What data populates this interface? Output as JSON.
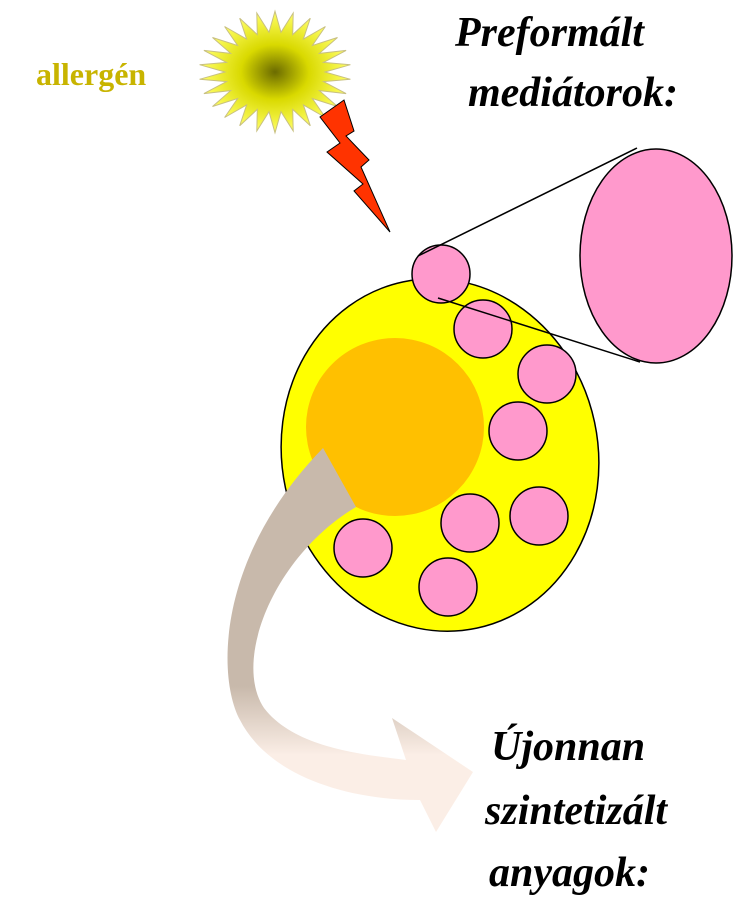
{
  "labels": {
    "allergen": "allergén",
    "preformed_line1": "Preformált",
    "preformed_line2": "mediátorok:",
    "newly_line1": "Újonnan",
    "newly_line2": "szintetizált",
    "newly_line3": "anyagok:"
  },
  "colors": {
    "cell_fill": "#ffff00",
    "nucleus_fill": "#ffc000",
    "granule_fill": "#ff99cc",
    "outline": "#000000",
    "bolt_fill": "#ff3300",
    "sun_center": "#6b6b00",
    "sun_mid": "#d9d900",
    "sun_edge": "#ffff66",
    "arrow_dark": "#c8b9ab",
    "arrow_light": "#fbeee6",
    "allergen_text": "#c8b400"
  },
  "icons": {
    "allergen": "sun-burst-icon",
    "trigger": "lightning-bolt-icon"
  },
  "diagram": {
    "granule_count": 9
  }
}
